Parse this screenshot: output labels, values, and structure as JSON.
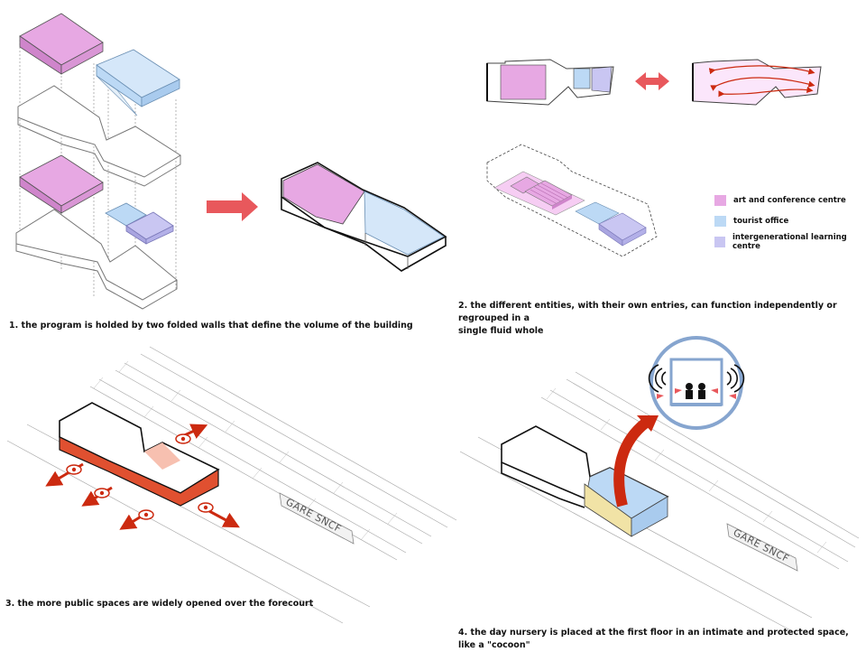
{
  "captions": {
    "c1": "1. the program is holded by two folded walls that define the volume of the building",
    "c2_line1": "2. the different entities, with their own entries, can function independently or regrouped in a",
    "c2_line2": "single fluid whole",
    "c3": "3. the more public spaces are widely opened over the forecourt",
    "c4": "4. the day nursery is placed at the first floor in an intimate and protected space, like a \"cocoon\""
  },
  "legend": [
    {
      "label": "art and conference centre",
      "color": "#e7a8e3"
    },
    {
      "label": "tourist office",
      "color": "#bcd9f5"
    },
    {
      "label": "intergenerational learning centre",
      "color": "#c9c6f2"
    }
  ],
  "station_sign": "GARE SNCF",
  "colors": {
    "pink": "#e7a8e3",
    "pink_side": "#cf85cb",
    "blue": "#bcd9f5",
    "lilac": "#c9c6f2",
    "red_arrow": "#e8585c",
    "dark_red": "#cc2a10",
    "nursery_circle": "#86a5cf",
    "nursery_floor": "#f1e3a6"
  }
}
